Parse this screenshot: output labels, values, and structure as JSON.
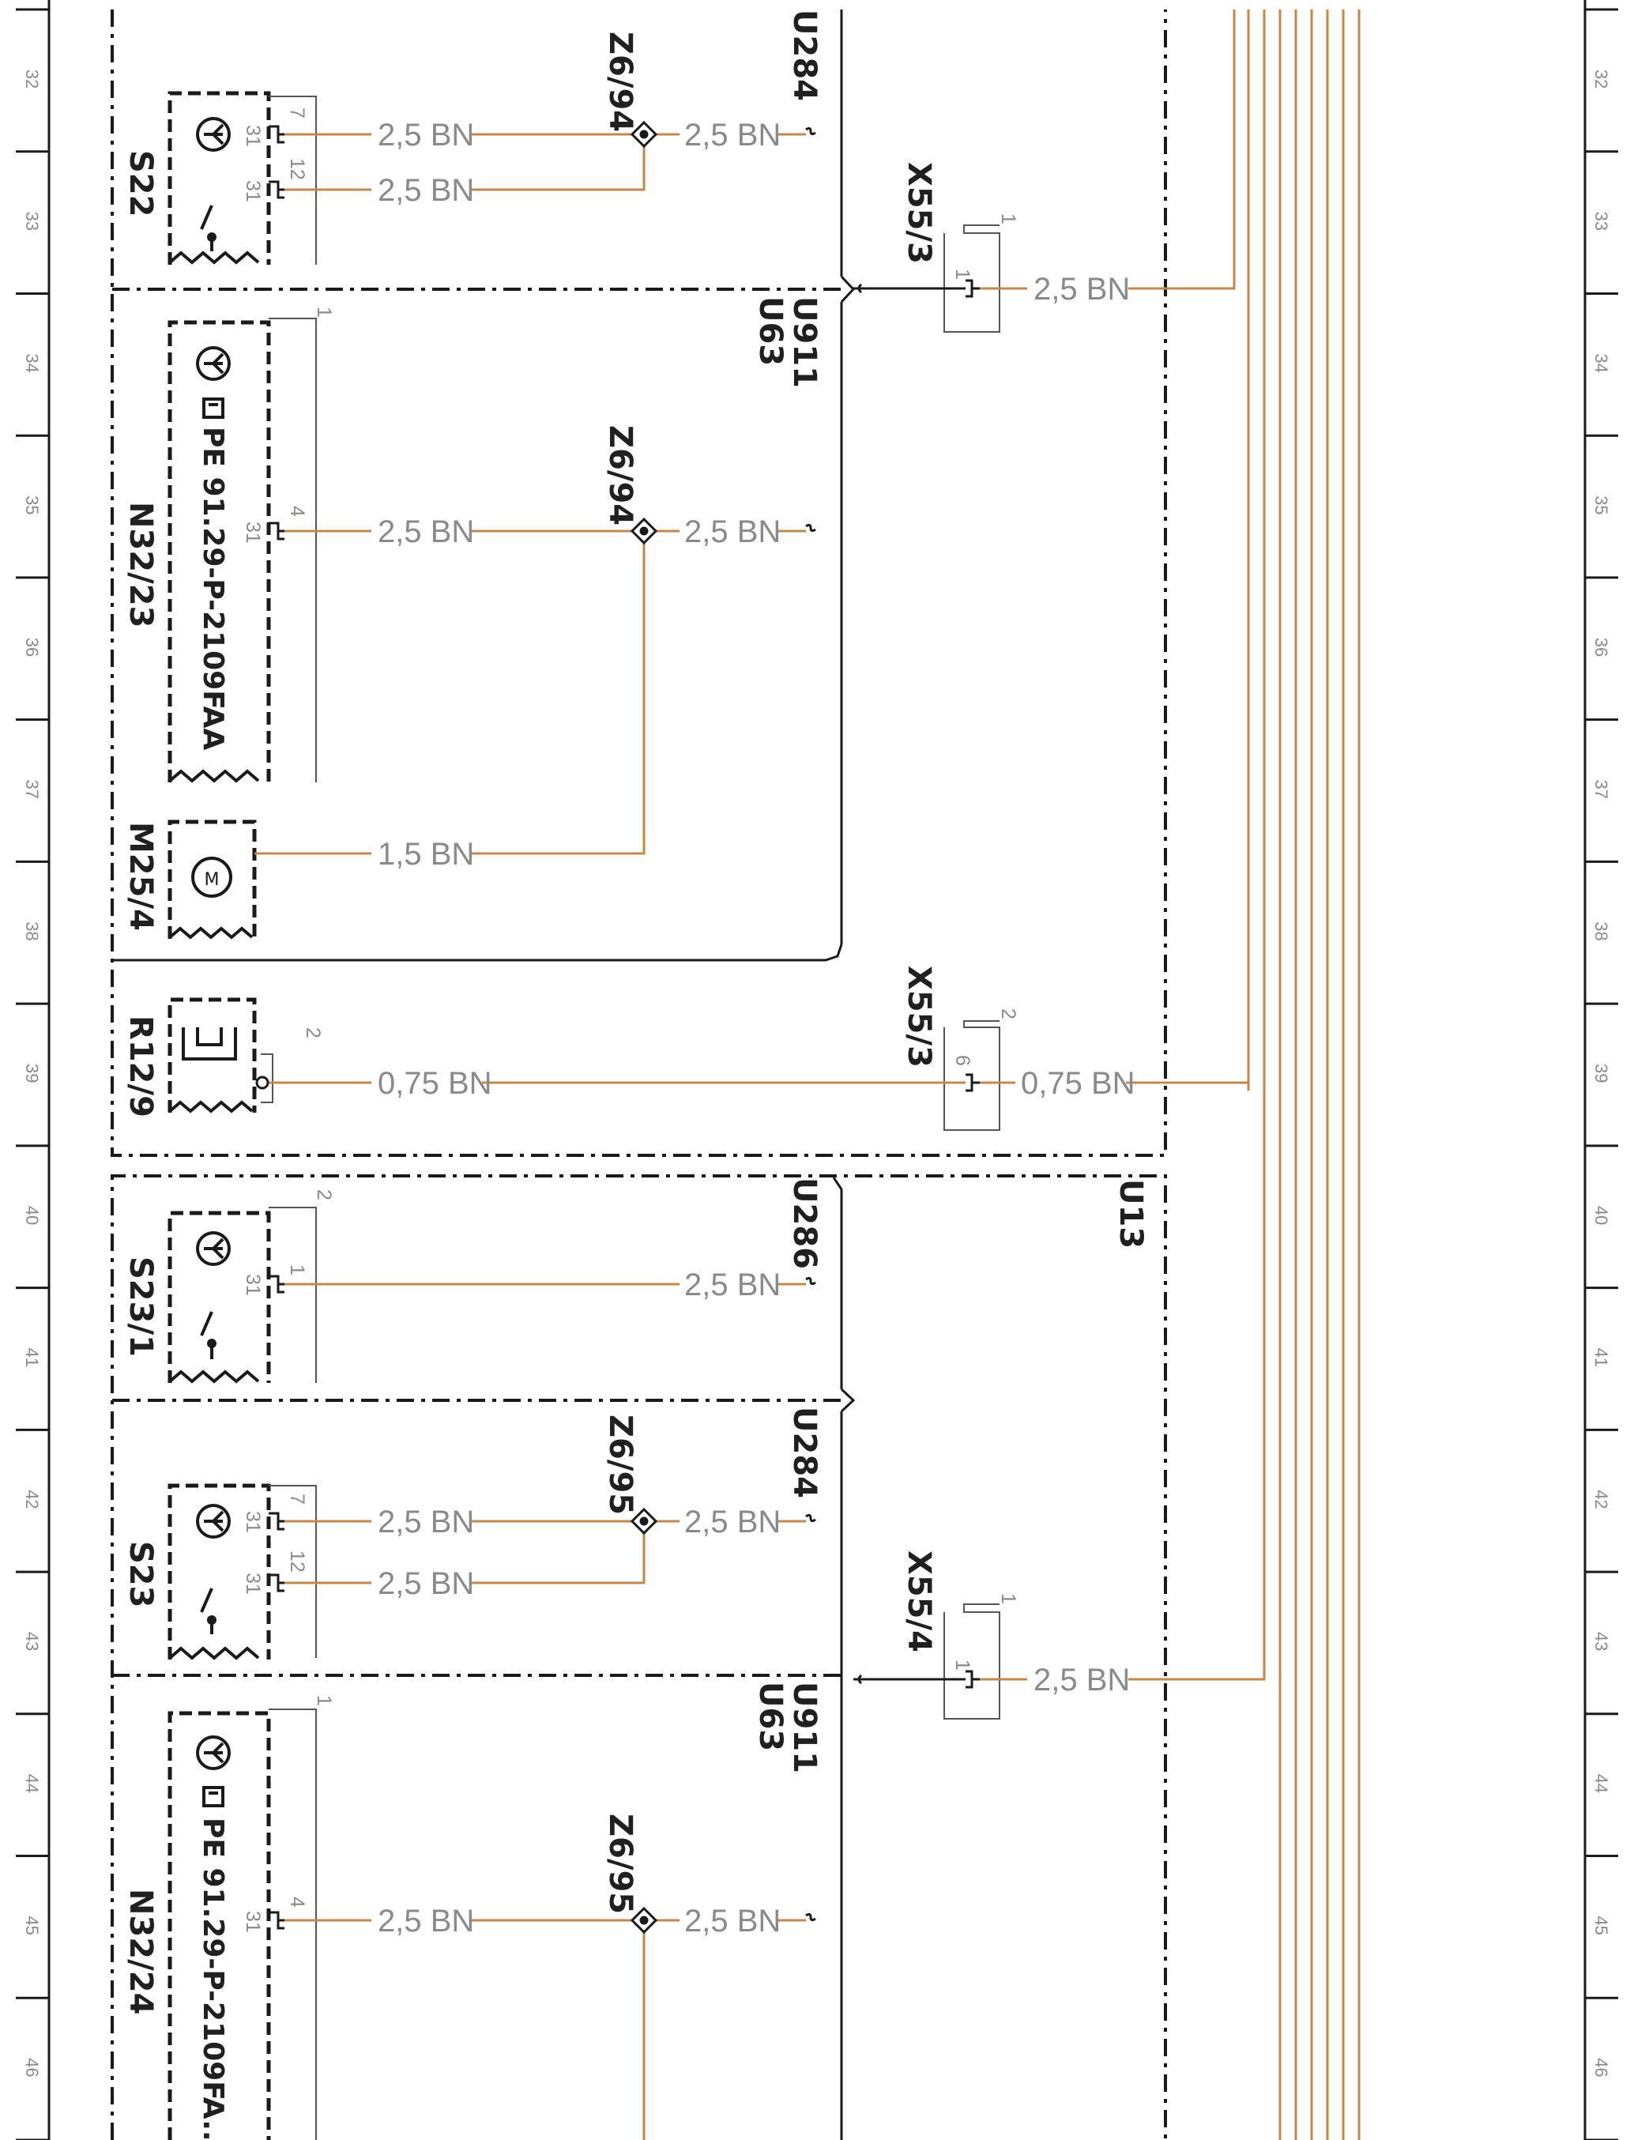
{
  "grid": {
    "rows": [
      "32",
      "33",
      "34",
      "35",
      "36",
      "37",
      "38",
      "39",
      "40",
      "41",
      "42",
      "43",
      "44",
      "45",
      "46"
    ]
  },
  "colors": {
    "wire": "#c8874a",
    "frame": "#1a1a1a",
    "text": "#202020",
    "label": "#8a8a8a"
  },
  "components": {
    "s22": "S22",
    "n32_23": "N32/23",
    "n32_23_part": "PE 91.29-P-2109FAA",
    "m25_4": "M25/4",
    "r12_9": "R12/9",
    "s23_1": "S23/1",
    "s23": "S23",
    "n32_24": "N32/24",
    "n32_24_part": "PE 91.29-P-2109FA..."
  },
  "connectors": {
    "x55_3": "X55/3",
    "x55_3b": "X55/3",
    "x55_4": "X55/4",
    "z6_94": "Z6/94",
    "z6_94b": "Z6/94",
    "z6_95": "Z6/95",
    "z6_95b": "Z6/95"
  },
  "groups": {
    "u284": "U284",
    "u911": "U911",
    "u63": "U63",
    "u286": "U286",
    "u284b": "U284",
    "u911b": "U911",
    "u63b": "U63",
    "u13": "U13"
  },
  "wires": {
    "w1": "2,5 BN",
    "w2": "2,5 BN",
    "w3": "2,5 BN",
    "w4": "2,5 BN",
    "w5": "2,5 BN",
    "w6": "2,5 BN",
    "w7": "1,5 BN",
    "w8": "0,75 BN",
    "w9": "0,75 BN",
    "w10": "2,5 BN",
    "w11": "2,5 BN",
    "w12": "2,5 BN",
    "w13": "2,5 BN",
    "w14": "2,5 BN",
    "w15": "2,5 BN",
    "w16": "2,5 BN"
  },
  "pins": {
    "p_s22_7": "7",
    "p_s22_12": "12",
    "p_s22_31a": "31",
    "p_s22_31b": "31",
    "p_x553_1": "1",
    "p_x553_1b": "1",
    "p_n3223_1": "1",
    "p_n3223_4": "4",
    "p_n3223_31": "31",
    "p_r129_2": "2",
    "p_x553b_2": "2",
    "p_x553b_6": "6",
    "p_s231_2": "2",
    "p_s231_1": "1",
    "p_s231_31": "31",
    "p_s23_7": "7",
    "p_s23_12": "12",
    "p_s23_31a": "31",
    "p_s23_31b": "31",
    "p_x554_1": "1",
    "p_x554_1b": "1",
    "p_n3224_1": "1",
    "p_n3224_4": "4",
    "p_n3224_31": "31"
  }
}
